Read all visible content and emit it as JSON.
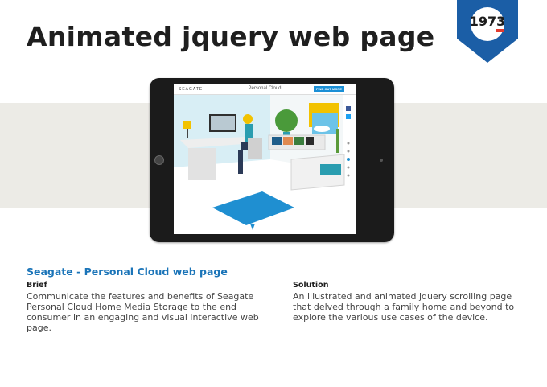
{
  "page_title": "Animated jquery web page",
  "badge": {
    "text": "1973",
    "color": "#1b5ea6"
  },
  "tablet": {
    "site_logo": "SEAGATE",
    "site_title": "Personal Cloud",
    "cta_label": "FIND OUT MORE"
  },
  "project": {
    "title": "Seagate - Personal Cloud web page",
    "brief_heading": "Brief",
    "brief_text": "Communicate the features and benefits of Seagate Personal Cloud Home Media Storage to the end consumer in an engaging and visual interactive web page.",
    "solution_heading": "Solution",
    "solution_text": "An illustrated and animated jquery scrolling page that delved through a family home and beyond to explore the various use cases of the device."
  },
  "colors": {
    "accent_blue": "#1a74b8",
    "band": "#ecebe6"
  }
}
